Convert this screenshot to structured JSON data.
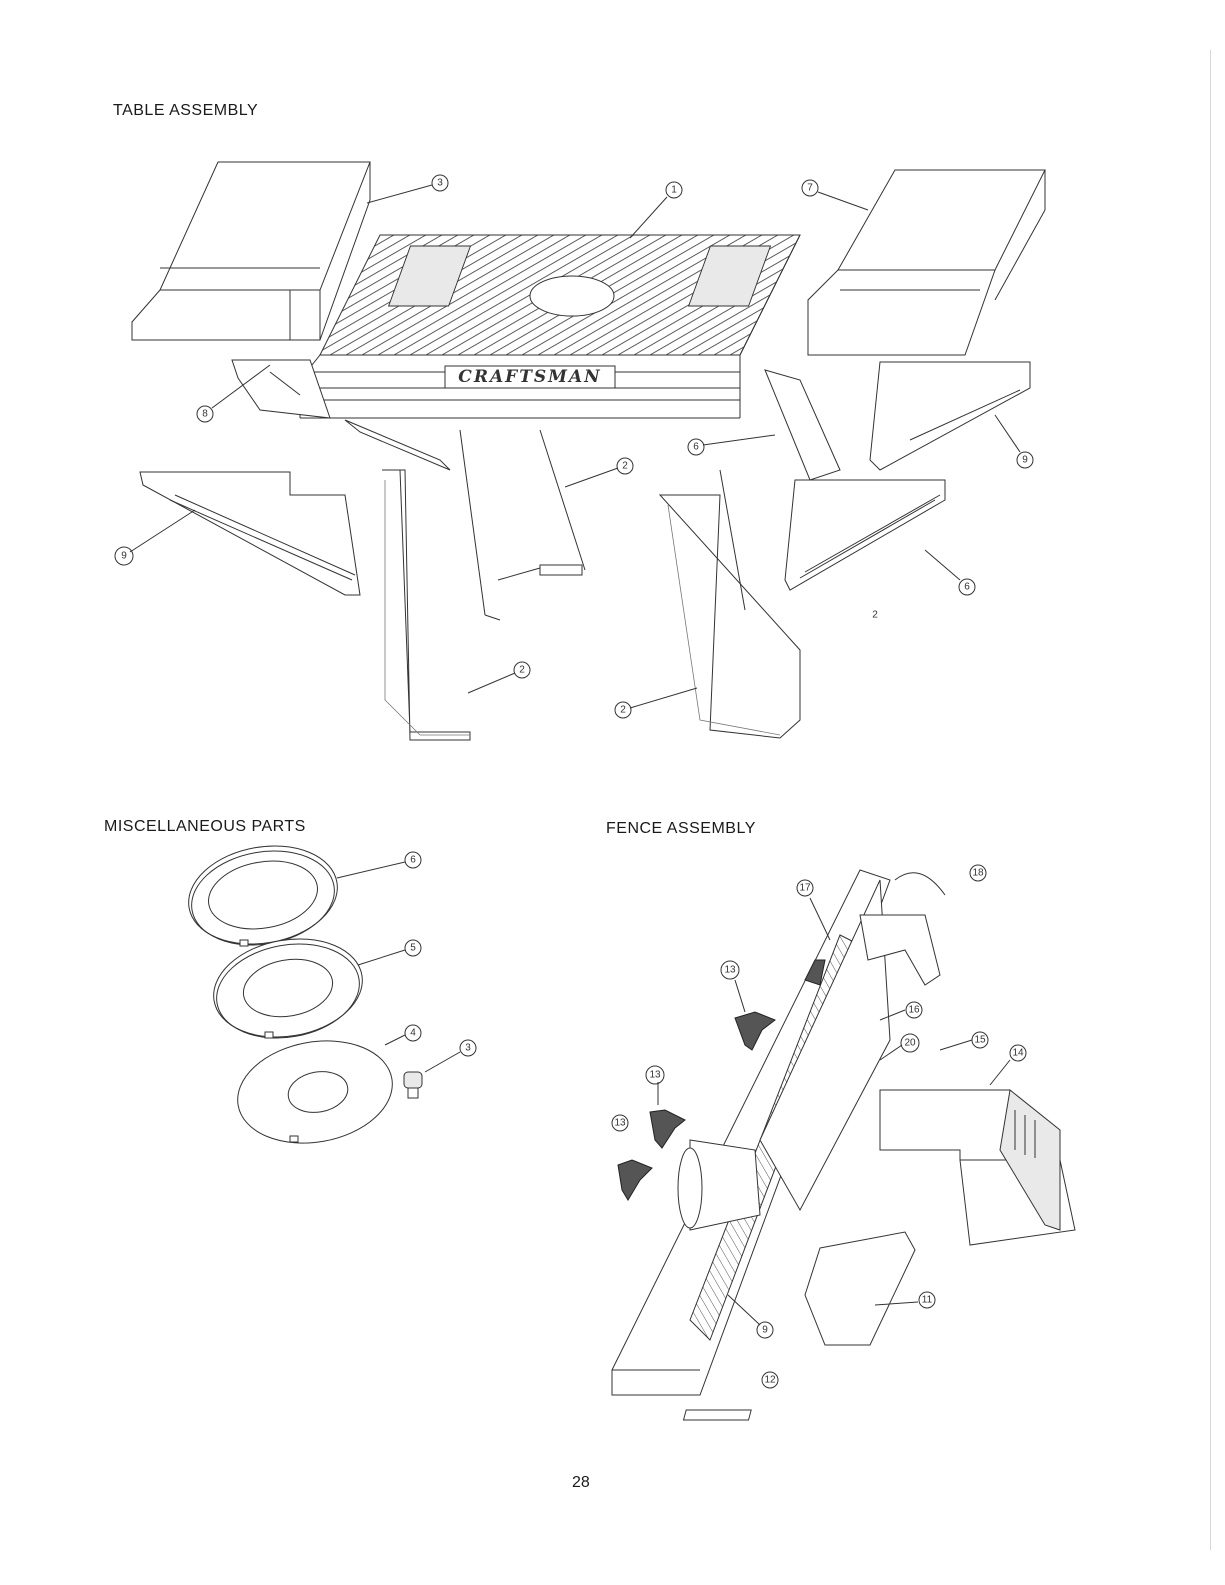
{
  "headings": {
    "table_assembly": "TABLE ASSEMBLY",
    "misc_parts": "MISCELLANEOUS PARTS",
    "fence_assembly": "FENCE ASSEMBLY"
  },
  "page_number": "28",
  "callouts": {
    "table": [
      "3",
      "1",
      "7",
      "8",
      "2",
      "6",
      "9",
      "9",
      "2",
      "2",
      "2",
      "6",
      "9"
    ],
    "misc": [
      "6",
      "5",
      "4",
      "3"
    ],
    "fence": [
      "18",
      "17",
      "13",
      "16",
      "20",
      "15",
      "14",
      "13",
      "13",
      "11",
      "9",
      "12"
    ]
  },
  "logo_text": "CRAFTSMAN"
}
